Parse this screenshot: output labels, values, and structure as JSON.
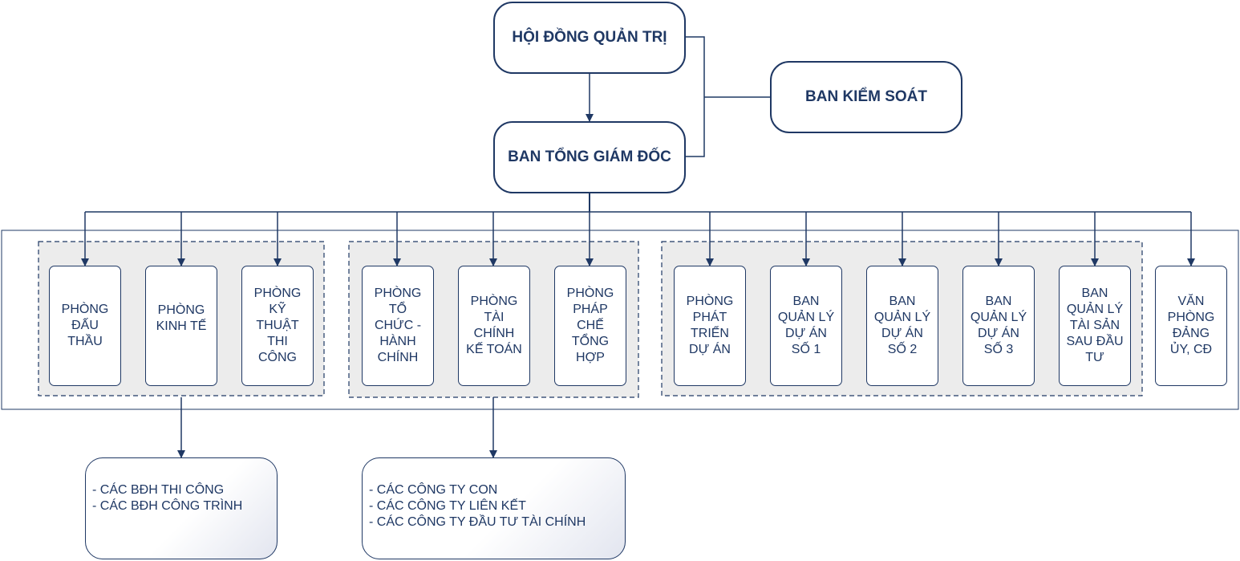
{
  "board": "HỘI ĐỒNG QUẢN TRỊ",
  "supervisory": "BAN KIỂM SOÁT",
  "executive": "BAN TỔNG GIÁM ĐỐC",
  "departments": [
    "PHÒNG\nĐẤU\nTHẦU",
    "PHÒNG\nKINH TẾ",
    "PHÒNG\nKỸ\nTHUẬT\nTHI\nCÔNG",
    "PHÒNG\nTỔ\nCHỨC -\nHÀNH\nCHÍNH",
    "PHÒNG\nTÀI\nCHÍNH\nKẾ TOÁN",
    "PHÒNG\nPHÁP\nCHẾ\nTỔNG\nHỢP",
    "PHÒNG\nPHÁT\nTRIỂN\nDỰ ÁN",
    "BAN\nQUẢN LÝ\nDỰ ÁN\nSỐ 1",
    "BAN\nQUẢN LÝ\nDỰ ÁN\nSỐ 2",
    "BAN\nQUẢN LÝ\nDỰ ÁN\nSỐ 3",
    "BAN\nQUẢN LÝ\nTÀI SẢN\nSAU ĐẦU\nTƯ",
    "VĂN\nPHÒNG\nĐẢNG\nỦY, CĐ"
  ],
  "notes": {
    "construction": [
      "- CÁC BĐH THI CÔNG",
      "- CÁC BĐH CÔNG TRÌNH"
    ],
    "companies": [
      "- CÁC CÔNG TY CON",
      "- CÁC CÔNG TY LIÊN KẾT",
      "- CÁC CÔNG TY ĐẦU TƯ TÀI CHÍNH"
    ]
  },
  "colors": {
    "line": "#1f3864",
    "group_fill": "#ececec",
    "outer_border": "#1f3864"
  }
}
